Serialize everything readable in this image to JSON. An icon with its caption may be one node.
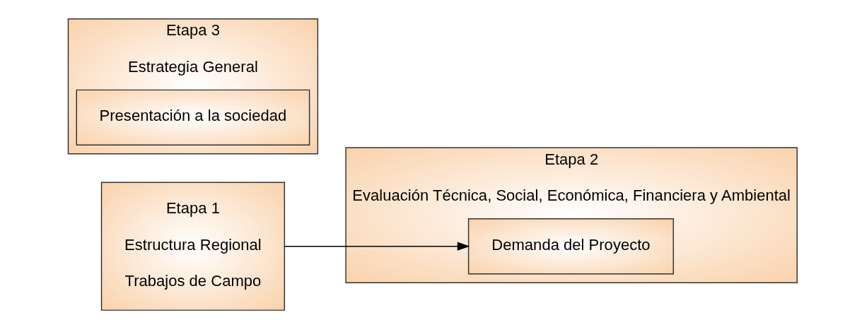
{
  "diagram": {
    "nodes": [
      {
        "text": [
          "Etapa 1",
          "Estructura Regional",
          "Trabajos de Campo"
        ]
      },
      {
        "text": [
          "Etapa 2",
          "Evaluación Técnica, Social, Económica, Financiera y Ambiental"
        ]
      },
      {
        "text": [
          "Demanda del Proyecto"
        ],
        "in": 1
      },
      {
        "text": [
          "Etapa 3",
          "Estrategia General"
        ]
      },
      {
        "text": [
          "Presentación a la sociedad"
        ],
        "in": 3
      }
    ],
    "edges": [
      {
        "from": 0,
        "to": 2,
        "arrow": "to"
      }
    ]
  }
}
